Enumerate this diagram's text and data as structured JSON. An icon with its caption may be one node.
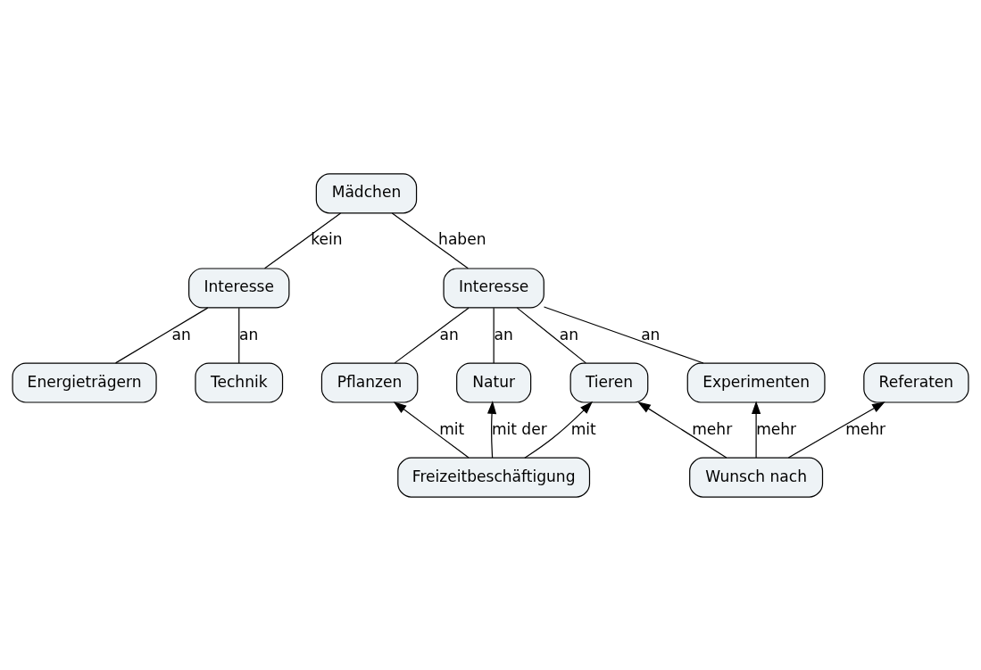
{
  "diagram": {
    "nodes": [
      {
        "text": [
          "Mädchen"
        ]
      },
      {
        "text": [
          "Interesse"
        ]
      },
      {
        "text": [
          "Interesse"
        ]
      },
      {
        "text": [
          "Energieträgern"
        ]
      },
      {
        "text": [
          "Technik"
        ]
      },
      {
        "text": [
          "Experimenten"
        ]
      },
      {
        "text": [
          "Tieren"
        ]
      },
      {
        "text": [
          "Natur"
        ]
      },
      {
        "text": [
          "Pflanzen"
        ]
      },
      {
        "text": [
          "Referaten"
        ]
      },
      {
        "text": [
          "Wunsch nach"
        ]
      },
      {
        "text": [
          "Freizeitbeschäftigung"
        ]
      }
    ],
    "edges": [
      {
        "from": 0,
        "to": 1,
        "arrow": "none",
        "label": "kein"
      },
      {
        "from": 0,
        "to": 2,
        "arrow": "none",
        "label": "haben"
      },
      {
        "from": 1,
        "to": 3,
        "arrow": "none",
        "label": "an"
      },
      {
        "from": 1,
        "to": 4,
        "arrow": "none",
        "label": "an"
      },
      {
        "from": 2,
        "to": 5,
        "arrow": "none",
        "label": "an"
      },
      {
        "from": 2,
        "to": 6,
        "arrow": "none",
        "label": "an"
      },
      {
        "from": 2,
        "to": 7,
        "arrow": "none",
        "label": "an"
      },
      {
        "from": 2,
        "to": 8,
        "arrow": "none",
        "label": "an"
      },
      {
        "from": 10,
        "to": 5,
        "arrow": "to",
        "label": "mehr"
      },
      {
        "from": 10,
        "to": 6,
        "arrow": "to",
        "label": "mehr"
      },
      {
        "from": 10,
        "to": 9,
        "arrow": "to",
        "label": "mehr"
      },
      {
        "from": 11,
        "to": 6,
        "arrow": "to",
        "label": "mit"
      },
      {
        "from": 11,
        "to": 7,
        "arrow": "to",
        "label": "mit der"
      },
      {
        "from": 11,
        "to": 8,
        "arrow": "to",
        "label": "mit"
      }
    ]
  }
}
